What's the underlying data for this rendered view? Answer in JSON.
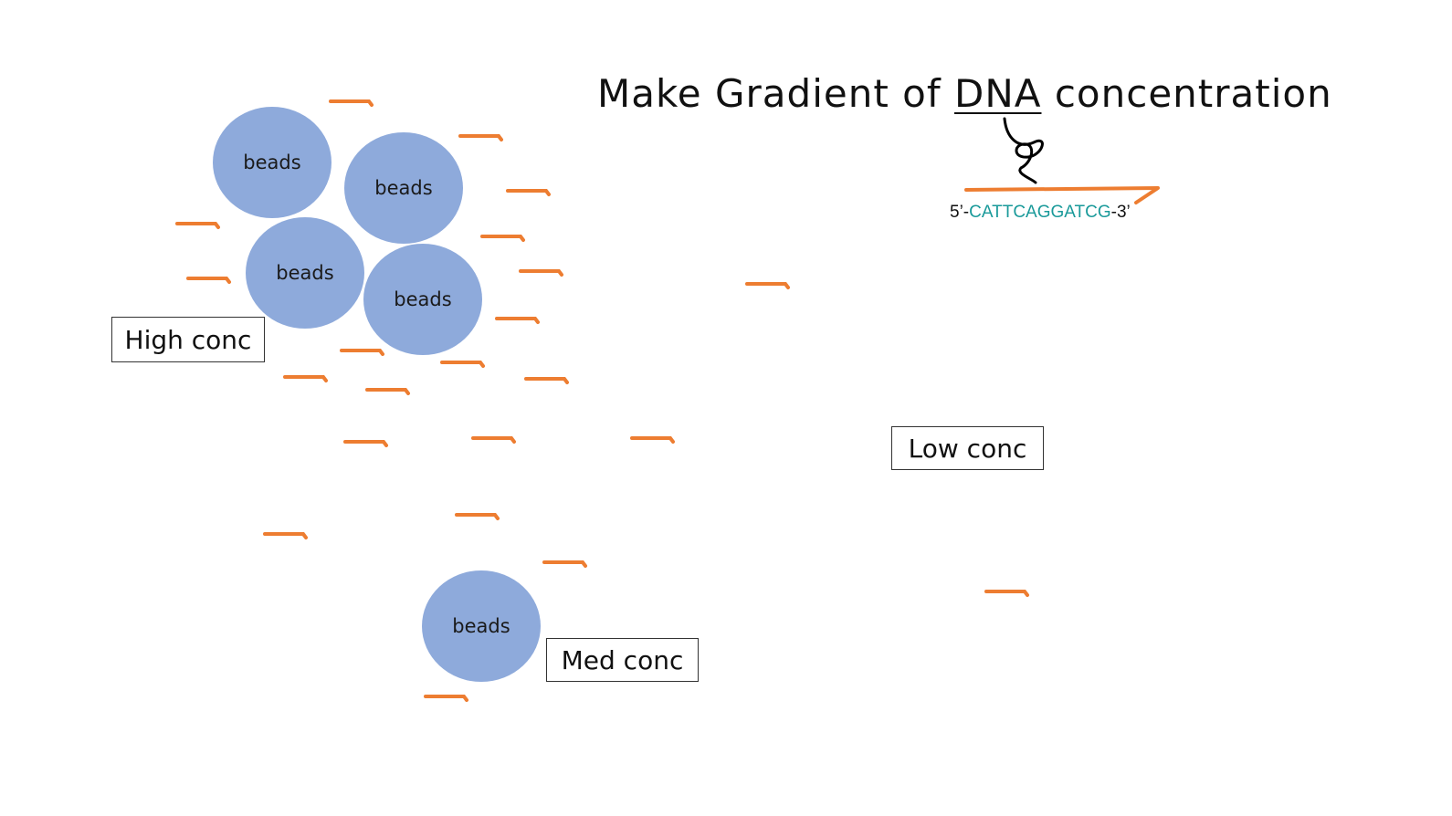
{
  "title": {
    "prefix": "Make Gradient of ",
    "dna": "DNA",
    "suffix": " concentration"
  },
  "beads": {
    "label": "beads"
  },
  "labels": {
    "high": "High conc",
    "med": "Med conc",
    "low": "Low conc"
  },
  "sequence": {
    "five_prime": "5’-",
    "bases": "CATTCAGGATCG",
    "three_prime": "-3’"
  },
  "colors": {
    "bead": "#8eaadb",
    "dna_strand": "#ed7d31",
    "sequence_bases": "#1a9a9a"
  }
}
